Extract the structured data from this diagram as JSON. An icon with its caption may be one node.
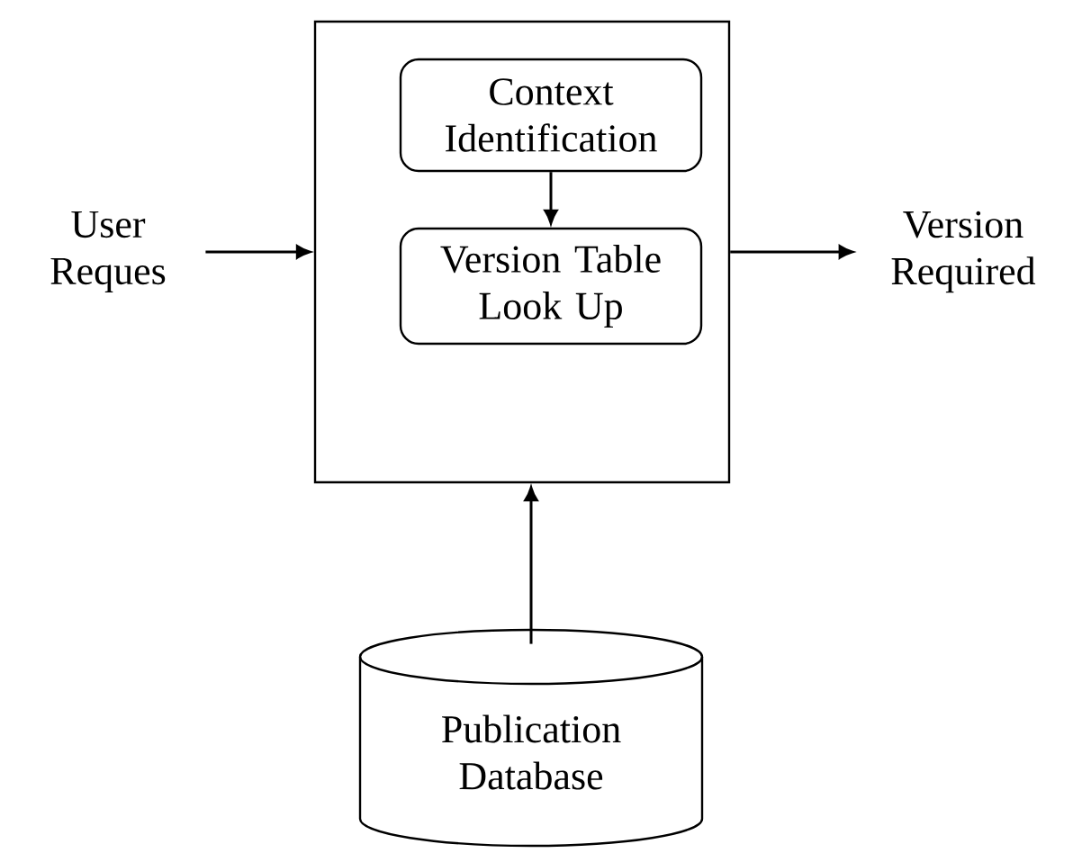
{
  "diagram": {
    "nodes": [
      {
        "text": [],
        "shape": "box"
      },
      {
        "text": [
          "Context Identification"
        ],
        "in": 0
      },
      {
        "text": [
          "Version Table Look Up"
        ],
        "in": 0
      },
      {
        "text": [
          "User Reques"
        ]
      },
      {
        "text": [
          "Version Required"
        ]
      },
      {
        "text": [
          "Publication Database"
        ]
      }
    ],
    "edges": [
      {
        "from": 3,
        "to": 0,
        "arrow": "to"
      },
      {
        "from": 0,
        "to": 4,
        "arrow": "to"
      },
      {
        "from": 1,
        "to": 2,
        "arrow": "to"
      },
      {
        "from": 5,
        "to": 0,
        "arrow": "to"
      }
    ]
  }
}
